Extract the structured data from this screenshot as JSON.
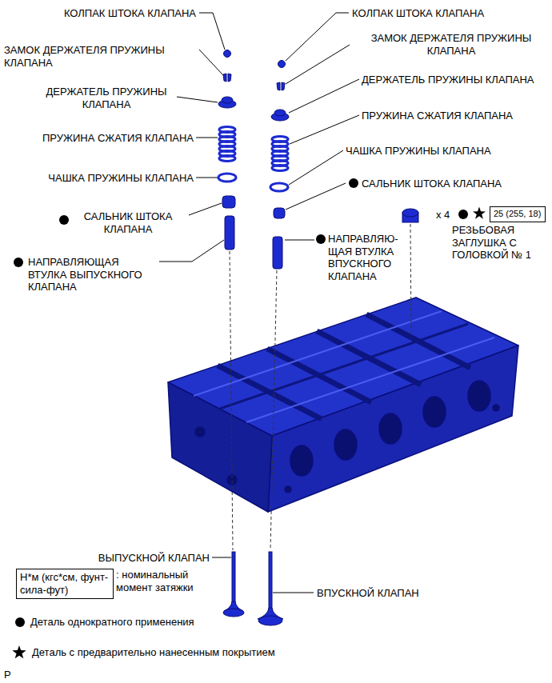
{
  "diagram": {
    "nodes": [
      {
        "text": [
          "25 (255, 18)"
        ]
      },
      {
        "text": [
          "Н*м (кгс*см, фунт-сила-фут)"
        ]
      }
    ],
    "labels": [
      "КОЛПАК ШТОКА КЛАПАНА",
      "ЗАМОК ДЕРЖАТЕЛЯ ПРУЖИНЫ КЛАПАНА",
      "ДЕРЖАТЕЛЬ ПРУЖИНЫ КЛАПАНА",
      "ПРУЖИНА СЖАТИЯ КЛАПАНА",
      "ЧАШКА ПРУЖИНЫ КЛАПАНА",
      "САЛЬНИК ШТОКА КЛАПАНА",
      "НАПРАВЛЯЮЩАЯ ВТУЛКА ВЫПУСКНОГО КЛАПАНА",
      "КОЛПАК ШТОКА КЛАПАНА",
      "ЗАМОК ДЕРЖАТЕЛЯ ПРУЖИНЫ КЛАПАНА",
      "ДЕРЖАТЕЛЬ ПРУЖИНЫ КЛАПАНА",
      "ПРУЖИНА СЖАТИЯ КЛАПАНА",
      "ЧАШКА ПРУЖИНЫ КЛАПАНА",
      "САЛЬНИК ШТОКА КЛАПАНА",
      "НАПРАВЛЯЮ- ЩАЯ ВТУЛКА ВПУСКНОГО КЛАПАНА",
      "x 4",
      "РЕЗЬБОВАЯ ЗАГЛУШКА С ГОЛОВКОЙ № 1",
      "ВЫПУСКНОЙ КЛАПАН",
      "ВПУСКНОЙ КЛАПАН",
      "P"
    ],
    "legend": [
      {
        "text": ": номинальный момент затяжки"
      },
      {
        "text": "Деталь однократного применения"
      },
      {
        "text": "Деталь с предварительно нанесенным покрытием"
      }
    ]
  }
}
